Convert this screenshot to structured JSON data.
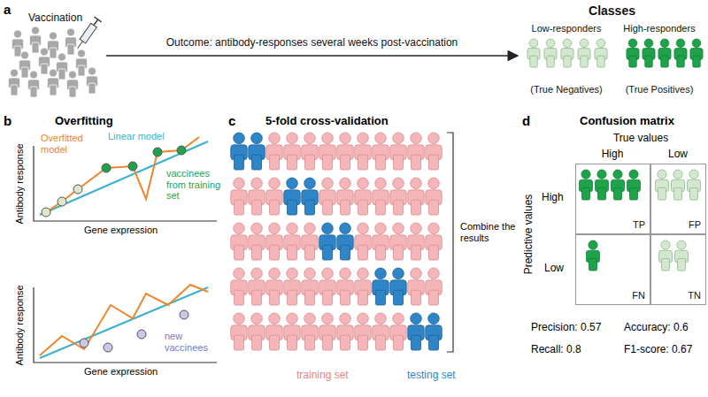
{
  "diagram": {
    "nodes": [
      {
        "text": [
          "Vaccination"
        ]
      },
      {
        "text": [
          "Classes"
        ]
      },
      {
        "text": [
          "Low-responders",
          "(True Negatives)"
        ],
        "in": 1
      },
      {
        "text": [
          "High-responders",
          "(True Positives)"
        ],
        "in": 1
      },
      {
        "text": [
          "TP"
        ]
      },
      {
        "text": [
          "FP"
        ]
      },
      {
        "text": [
          "FN"
        ]
      },
      {
        "text": [
          "TN"
        ]
      }
    ],
    "edges": [
      {
        "from": 0,
        "to": 1,
        "arrow": "to",
        "label": "Outcome: antibody-responses several weeks post-vaccination"
      }
    ],
    "labels": [
      "a",
      "b",
      "Overfitting",
      "Overfitted model",
      "Linear model",
      "vaccinees from training set",
      "Antibody response",
      "Gene expression",
      "new vaccinees",
      "Antibody response",
      "Gene expression",
      "c",
      "5-fold cross-validation",
      "Combine the results",
      "training set",
      "testing set",
      "d",
      "Confusion matrix",
      "True values",
      "High",
      "Low",
      "Predictive values",
      "High",
      "Low",
      "Precision: 0.57",
      "Accuracy: 0.6",
      "Recall: 0.8",
      "F1-score: 0.67"
    ]
  }
}
